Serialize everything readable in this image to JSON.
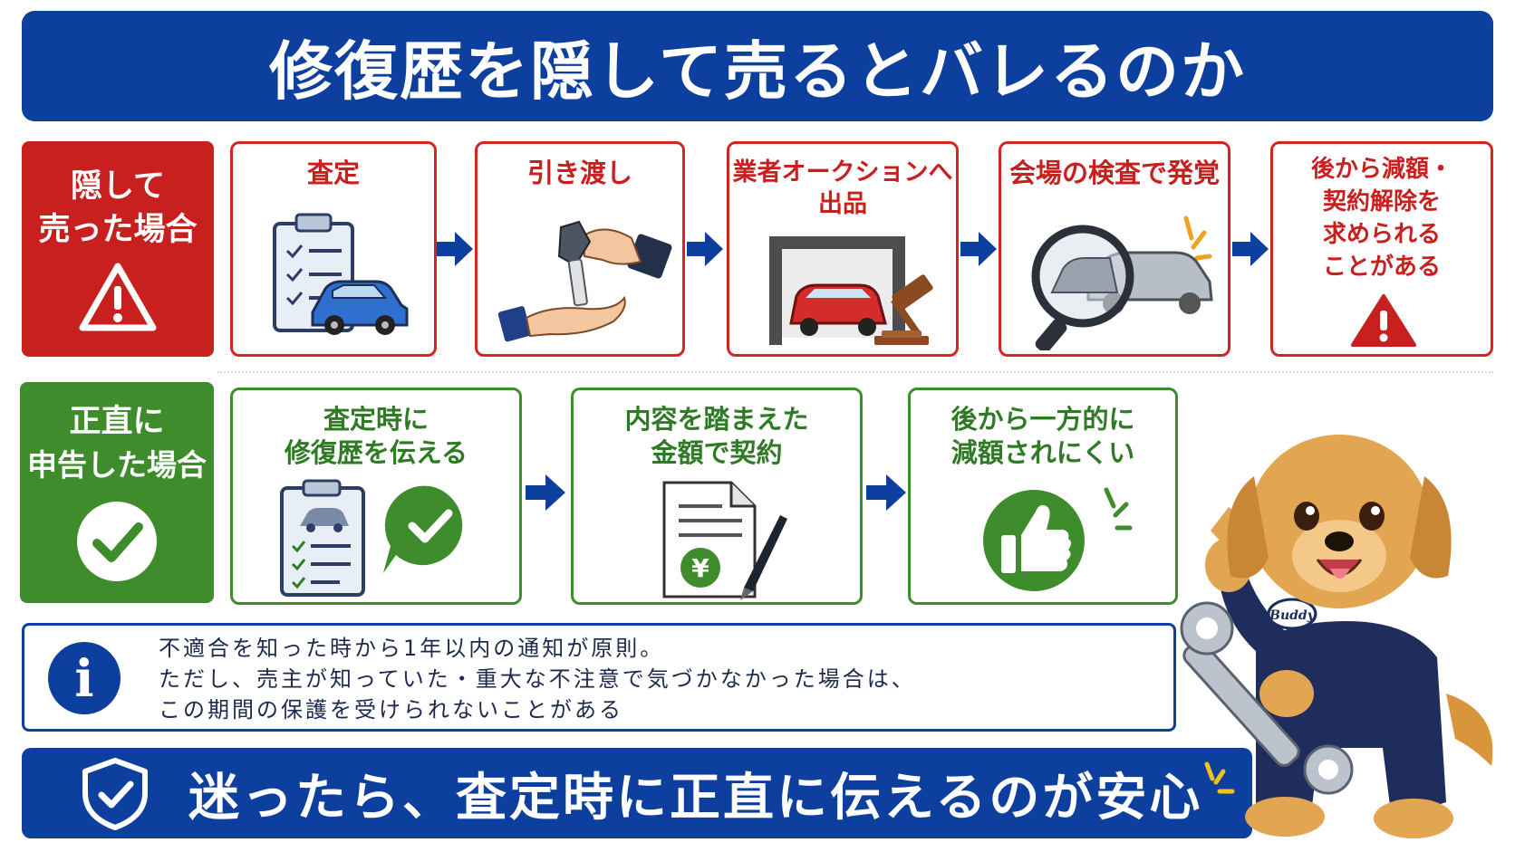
{
  "title": "修復歴を隠して売るとバレるのか",
  "hidden_case": {
    "label_lines": [
      "隠して",
      "売った場合"
    ],
    "steps": [
      {
        "text": "査定"
      },
      {
        "text": "引き渡し"
      },
      {
        "text": "業者オークションへ\n出品"
      },
      {
        "text": "会場の検査で発覚"
      },
      {
        "text": "後から減額・\n契約解除を\n求められる\nことがある"
      }
    ]
  },
  "honest_case": {
    "label_lines": [
      "正直に",
      "申告した場合"
    ],
    "steps": [
      {
        "text": "査定時に\n修復歴を伝える"
      },
      {
        "text": "内容を踏まえた\n金額で契約"
      },
      {
        "text": "後から一方的に\n減額されにくい"
      }
    ]
  },
  "info": {
    "icon_letter": "i",
    "lines": [
      "不適合を知った時から1年以内の通知が原則。",
      "ただし、売主が知っていた・重大な不注意で気づかなかった場合は、",
      "この期間の保護を受けられないことがある"
    ]
  },
  "bottom": {
    "text": "迷ったら、査定時に正直に伝えるのが安心"
  },
  "mascot": {
    "patch_text": "Buddy"
  },
  "colors": {
    "primary_blue": "#0d3f9e",
    "warning_red": "#c8201e",
    "success_green": "#3e8c2c",
    "tan": "#e0a448"
  }
}
